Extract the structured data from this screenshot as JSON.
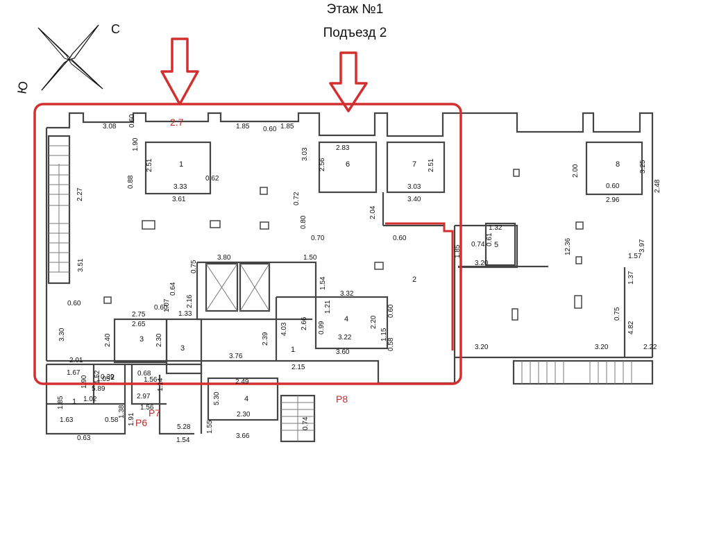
{
  "title": {
    "floor": "Этаж №1",
    "entrance": "Подъезд 2"
  },
  "compass": {
    "north_letter": "С",
    "south_letter": "Ю"
  },
  "colors": {
    "highlight": "#d32f2f",
    "walls": "#444444",
    "text": "#111111",
    "zone_label": "#c62828"
  },
  "zone_labels": [
    "2.7",
    "P6",
    "P7",
    "P8"
  ],
  "room_numbers": [
    "1",
    "6",
    "7",
    "8",
    "5",
    "2",
    "4",
    "3",
    "3",
    "2",
    "1",
    "1",
    "4"
  ],
  "dimensions": [
    "3.08",
    "0.60",
    "1.85",
    "0.60",
    "1.85",
    "2.83",
    "1.90",
    "2.51",
    "3.03",
    "2.56",
    "2.51",
    "3.33",
    "3.61",
    "3.03",
    "3.40",
    "0.88",
    "2.27",
    "0.72",
    "2.04",
    "0.80",
    "0.70",
    "0.60",
    "3.51",
    "3.80",
    "1.50",
    "0.75",
    "1.54",
    "0.60",
    "0.64",
    "1.07",
    "0.60",
    "2.16",
    "1.33",
    "2.75",
    "2.65",
    "2.40",
    "2.30",
    "3.30",
    "2.01",
    "3.32",
    "1.21",
    "2.66",
    "4.03",
    "2.39",
    "0.99",
    "3.22",
    "2.20",
    "0.60",
    "1.15",
    "0.58",
    "3.76",
    "3.60",
    "2.15",
    "1.32",
    "0.74",
    "0.61",
    "1.85",
    "3.20",
    "12.36",
    "3.20",
    "3.20",
    "2.00",
    "0.60",
    "2.96",
    "3.25",
    "2.48",
    "3.97",
    "1.57",
    "1.37",
    "0.75",
    "4.82",
    "2.22",
    "1.67",
    "1.90",
    "1.52",
    "0.39",
    "1.05",
    "0.68",
    "1.56",
    "1.14",
    "5.89",
    "1.02",
    "1.85",
    "2.97",
    "1.56",
    "1.91",
    "1.38",
    "1.63",
    "0.58",
    "0.63",
    "2.49",
    "5.30",
    "2.30",
    "3.66",
    "0.74",
    "5.28",
    "1.54",
    "1.55",
    "0.62",
    "3.03"
  ]
}
